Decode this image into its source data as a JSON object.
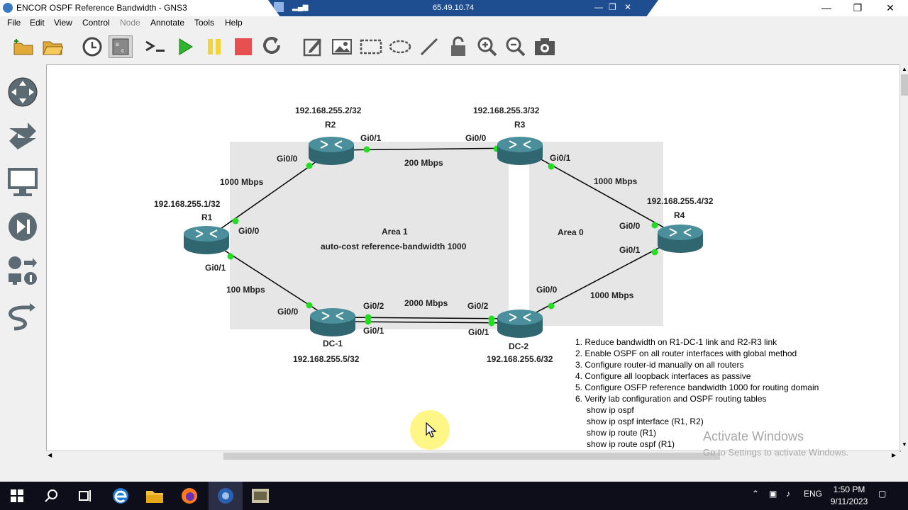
{
  "window": {
    "title": "ENCOR OSPF Reference Bandwidth - GNS3"
  },
  "rdp": {
    "ip": "65.49.10.74"
  },
  "menu": [
    "File",
    "Edit",
    "View",
    "Control",
    "Node",
    "Annotate",
    "Tools",
    "Help"
  ],
  "toolbar": [
    "folder-open-icon",
    "open-icon",
    "clock-icon",
    "grid-icon",
    "console-icon",
    "play-icon",
    "pause-icon",
    "stop-icon",
    "reload-icon",
    "edit-note-icon",
    "image-icon",
    "rectangle-icon",
    "ellipse-icon",
    "line-icon",
    "unlock-icon",
    "zoom-in-icon",
    "zoom-out-icon",
    "screenshot-icon"
  ],
  "sidebar": [
    "routers-icon",
    "switches-icon",
    "end-devices-icon",
    "security-devices-icon",
    "all-devices-icon",
    "add-link-icon"
  ],
  "topology": {
    "routers": {
      "r1": {
        "name": "R1",
        "ip": "192.168.255.1/32"
      },
      "r2": {
        "name": "R2",
        "ip": "192.168.255.2/32"
      },
      "r3": {
        "name": "R3",
        "ip": "192.168.255.3/32"
      },
      "r4": {
        "name": "R4",
        "ip": "192.168.255.4/32"
      },
      "dc1": {
        "name": "DC-1",
        "ip": "192.168.255.5/32"
      },
      "dc2": {
        "name": "DC-2",
        "ip": "192.168.255.6/32"
      }
    },
    "links": {
      "r1_r2": "1000 Mbps",
      "r2_r3": "200 Mbps",
      "r3_r4": "1000 Mbps",
      "r1_dc1": "100 Mbps",
      "dc1_dc2": "2000 Mbps",
      "dc2_r4": "1000 Mbps"
    },
    "interfaces": {
      "r1_gi00": "Gi0/0",
      "r1_gi01": "Gi0/1",
      "r2_gi00": "Gi0/0",
      "r2_gi01": "Gi0/1",
      "r3_gi00": "Gi0/0",
      "r3_gi01": "Gi0/1",
      "r4_gi00": "Gi0/0",
      "r4_gi01": "Gi0/1",
      "dc1_gi00": "Gi0/0",
      "dc1_gi02": "Gi0/2",
      "dc1_gi01": "Gi0/1",
      "dc2_gi02": "Gi0/2",
      "dc2_gi01": "Gi0/1",
      "dc2_gi00": "Gi0/0"
    },
    "areas": {
      "area1": {
        "name": "Area 1",
        "note": "auto-cost reference-bandwidth 1000"
      },
      "area0": {
        "name": "Area 0"
      }
    }
  },
  "tasks": [
    "1. Reduce bandwidth on R1-DC-1 link and R2-R3 link",
    "2. Enable OSPF on all router interfaces with global method",
    "3. Configure router-id manually on all routers",
    "4. Configure all loopback interfaces as passive",
    "5. Configure OSFP reference bandwidth 1000 for routing domain",
    "6. Verify lab configuration and OSPF routing tables"
  ],
  "commands": [
    "show ip ospf",
    "show ip ospf interface (R1, R2)",
    "show ip route (R1)",
    "show ip route ospf (R1)"
  ],
  "watermark": {
    "line1": "Activate Windows",
    "line2": "Go to Settings to activate Windows."
  },
  "taskbar": {
    "lang": "ENG",
    "time": "1:50 PM",
    "date": "9/11/2023",
    "apps": [
      "start-icon",
      "search-icon",
      "task-view-icon",
      "edge-icon",
      "file-explorer-icon",
      "firefox-icon",
      "gns3-icon",
      "app-icon"
    ]
  },
  "colors": {
    "link_dot": "#22dd22",
    "router": "#3b7a86",
    "area": "#e5e5e5",
    "taskbar": "#0e0e1a"
  }
}
